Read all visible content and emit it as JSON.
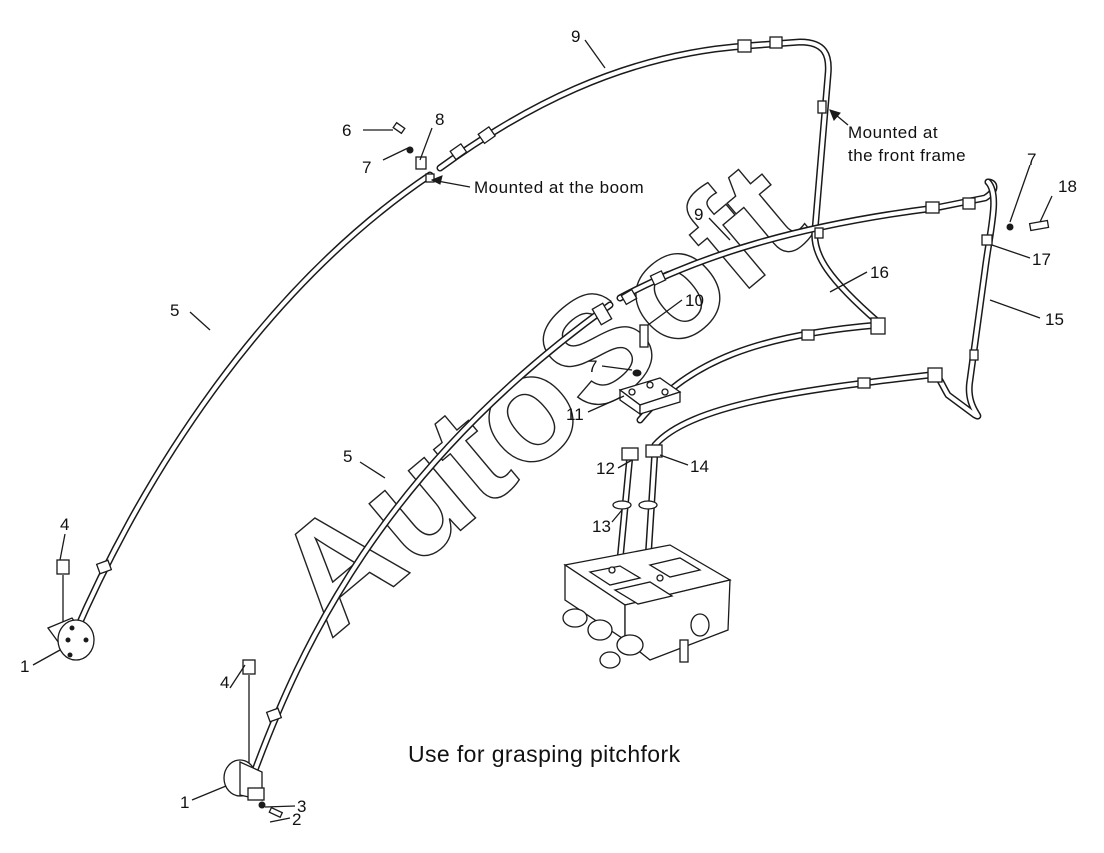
{
  "caption": "Use for grasping pitchfork",
  "watermark": "AutoSoft",
  "notes": {
    "boom": "Mounted at the  boom",
    "front_frame_line1": "Mounted at",
    "front_frame_line2": "the  front frame"
  },
  "callouts": [
    "1",
    "1",
    "2",
    "3",
    "4",
    "4",
    "5",
    "5",
    "6",
    "7",
    "7",
    "7",
    "8",
    "9",
    "9",
    "10",
    "11",
    "12",
    "13",
    "14",
    "15",
    "16",
    "17",
    "18"
  ]
}
